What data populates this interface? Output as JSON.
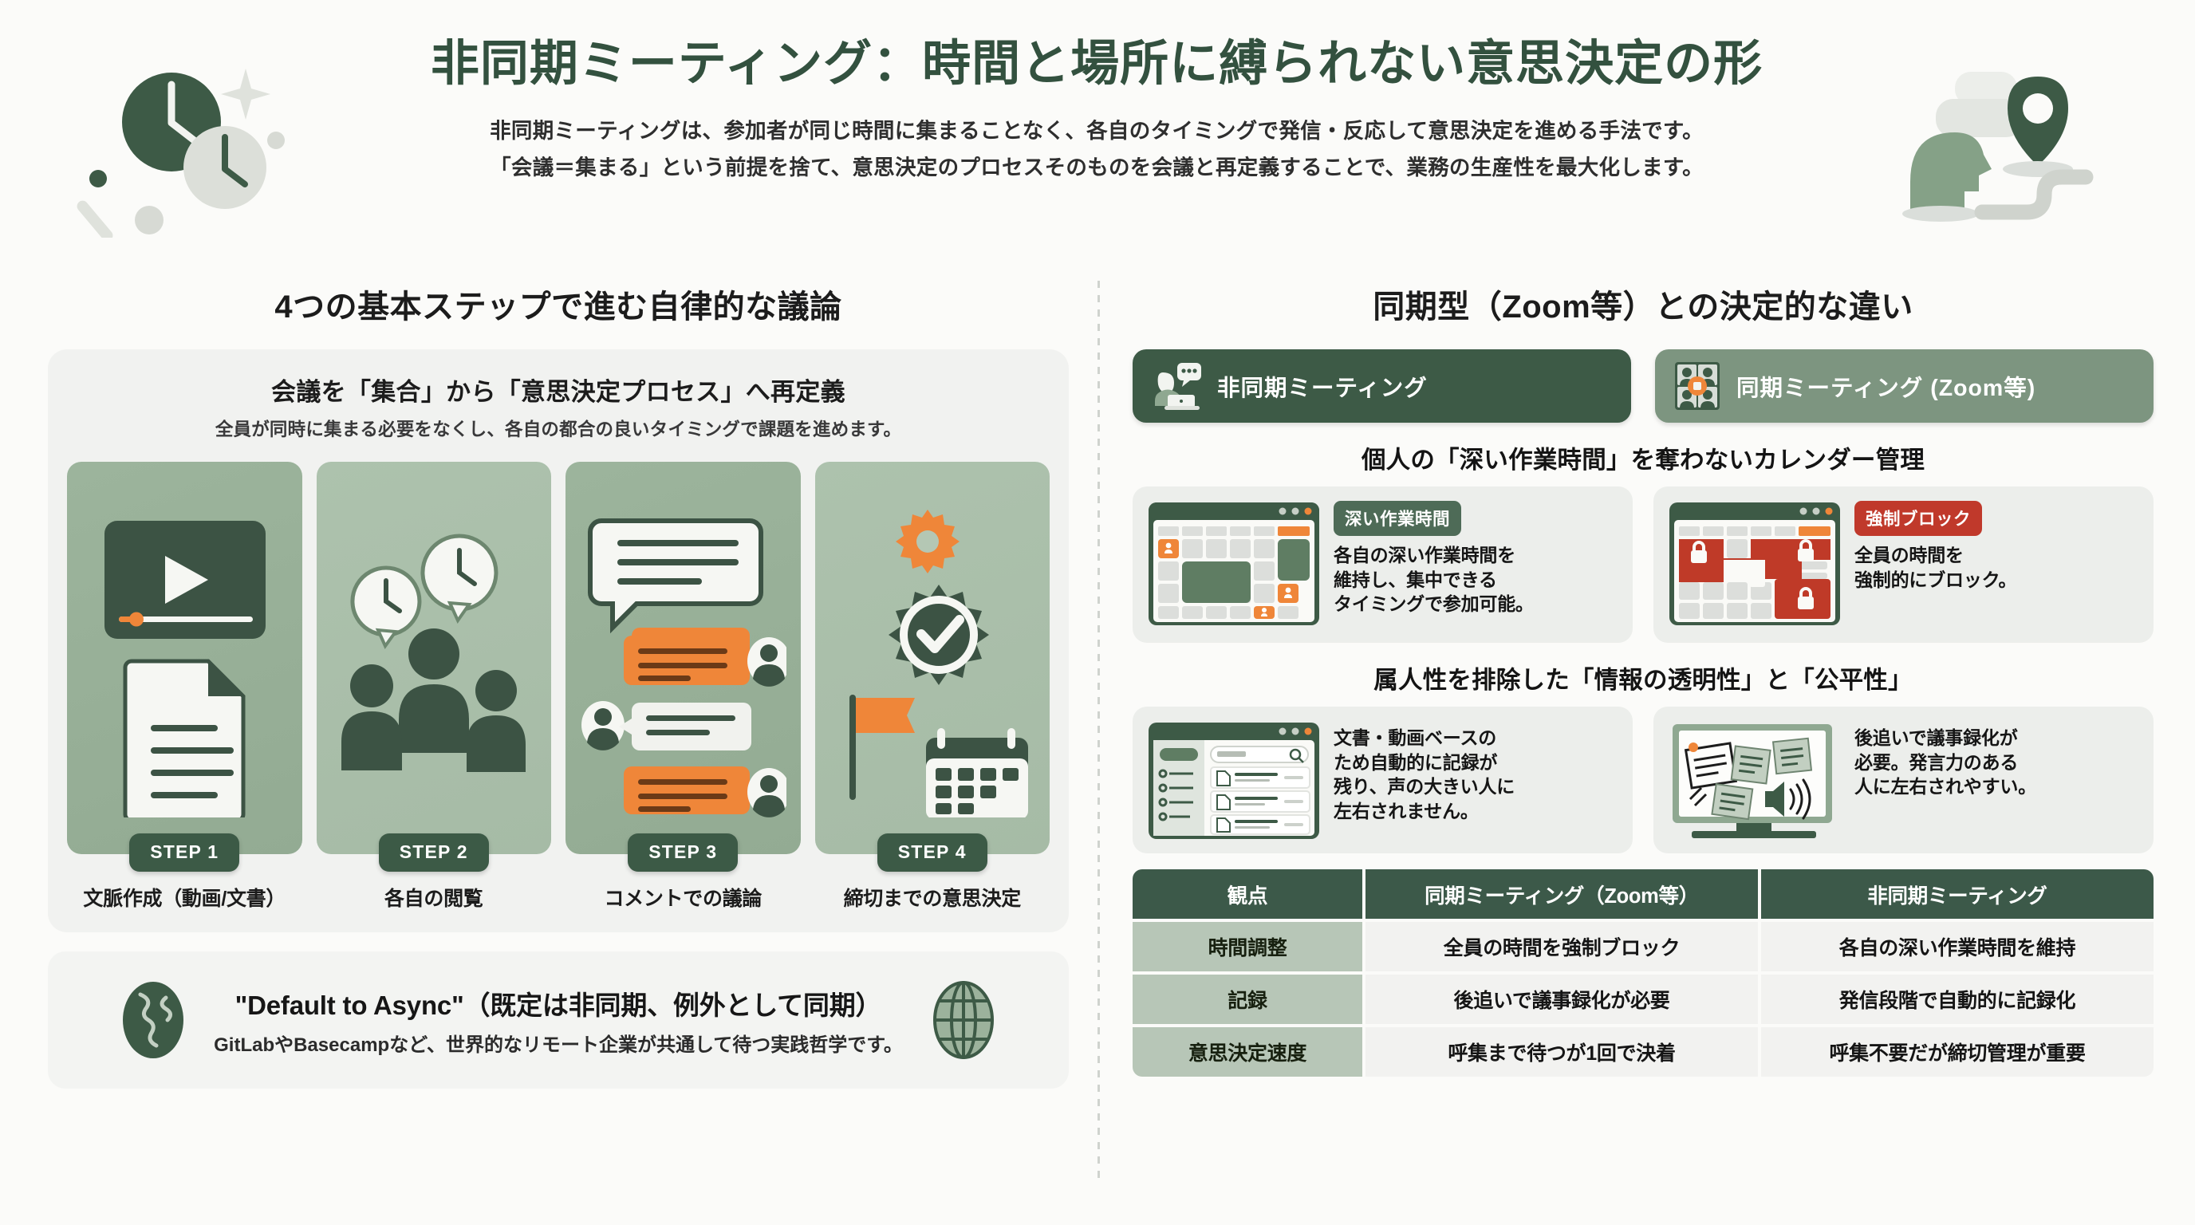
{
  "header": {
    "title": "非同期ミーティング：時間と場所に縛られない意思決定の形",
    "subtitle_line1": "非同期ミーティングは、参加者が同じ時間に集まることなく、各自のタイミングで発信・反応して意思決定を進める手法です。",
    "subtitle_line2": "「会議＝集まる」という前提を捨て、意思決定のプロセスそのものを会議と再定義することで、業務の生産性を最大化します。",
    "left_icon": "clock-pair-icon",
    "right_icon": "head-location-pin-icon"
  },
  "left": {
    "heading": "4つの基本ステップで進む自律的な議論",
    "card": {
      "title": "会議を「集合」から「意思決定プロセス」へ再定義",
      "subtitle": "全員が同時に集まる必要をなくし、各自の都合の良いタイミングで課題を進めます。"
    },
    "steps": [
      {
        "badge": "STEP 1",
        "label": "文脈作成（動画/文書）",
        "icon": "video-document-icon"
      },
      {
        "badge": "STEP 2",
        "label": "各自の閲覧",
        "icon": "people-clock-icon"
      },
      {
        "badge": "STEP 3",
        "label": "コメントでの議論",
        "icon": "chat-bubbles-icon"
      },
      {
        "badge": "STEP 4",
        "label": "締切までの意思決定",
        "icon": "gear-check-calendar-icon"
      }
    ],
    "async_card": {
      "title": "\"Default to Async\"（既定は非同期、例外として同期）",
      "subtitle": "GitLabやBasecampなど、世界的なリモート企業が共通して待つ実践哲学です。",
      "left_icon": "globe-icon",
      "right_icon": "globe-wire-icon"
    }
  },
  "right": {
    "heading": "同期型（Zoom等）との決定的な違い",
    "chips": [
      {
        "label": "非同期ミーティング",
        "icon": "person-laptop-chat-icon",
        "color": "#3d5a46"
      },
      {
        "label": "同期ミーティング (Zoom等)",
        "icon": "video-grid-icon",
        "color": "#7d9580"
      }
    ],
    "sections": [
      {
        "heading": "個人の「深い作業時間」を奪わないカレンダー管理",
        "panels": [
          {
            "badge": "深い作業時間",
            "badge_color": "#4e6b57",
            "icon": "calendar-window-icon",
            "lines": [
              "各自の深い作業時間を",
              "維持し、集中できる",
              "タイミングで参加可能。"
            ]
          },
          {
            "badge": "強制ブロック",
            "badge_color": "#c0392b",
            "icon": "calendar-lock-icon",
            "lines": [
              "全員の時間を",
              "強制的にブロック。"
            ]
          }
        ]
      },
      {
        "heading": "属人性を排除した「情報の透明性」と「公平性」",
        "panels": [
          {
            "badge": "",
            "icon": "document-list-window-icon",
            "lines": [
              "文書・動画ベースの",
              "ため自動的に記録が",
              "残り、声の大きい人に",
              "左右されません。"
            ]
          },
          {
            "badge": "",
            "icon": "whiteboard-notes-icon",
            "lines": [
              "後追いで議事録化が",
              "必要。発言力のある",
              "人に左右されやすい。"
            ]
          }
        ]
      }
    ],
    "table": {
      "headers": [
        "観点",
        "同期ミーティング（Zoom等）",
        "非同期ミーティング"
      ],
      "rows": [
        [
          "時間調整",
          "全員の時間を強制ブロック",
          "各自の深い作業時間を維持"
        ],
        [
          "記録",
          "後追いで議事録化が必要",
          "発信段階で自動的に記録化"
        ],
        [
          "意思決定速度",
          "呼集まで待つが1回で決着",
          "呼集不要だが締切管理が重要"
        ]
      ]
    }
  },
  "colors": {
    "dark_green": "#3c5a46",
    "mid_green": "#7d9580",
    "light_green": "#b7c6b7",
    "orange": "#ef8639",
    "red": "#c0392b",
    "bg": "#fbfbf9"
  }
}
